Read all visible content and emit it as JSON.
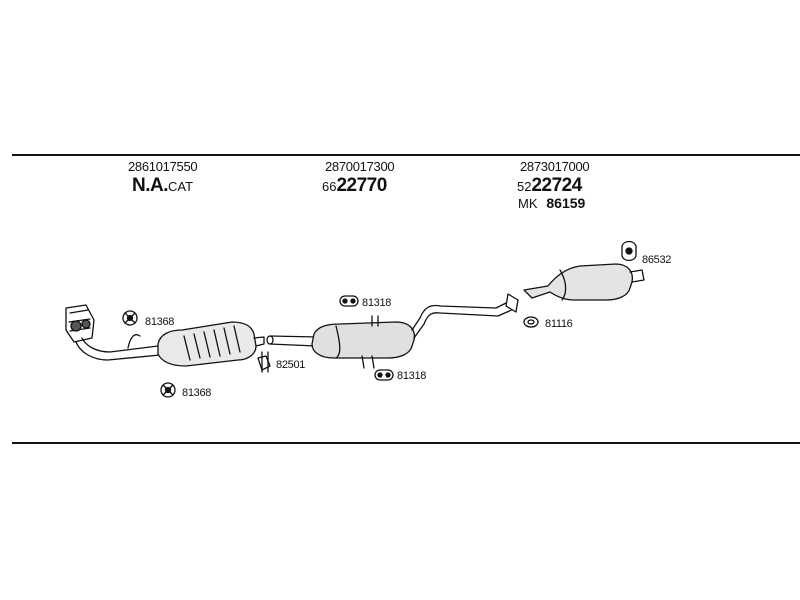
{
  "header_columns": [
    {
      "oem": "2861017550",
      "name_bold": "N.A.",
      "name_suffix": "CAT"
    },
    {
      "oem": "2870017300",
      "prefix": "66",
      "code": "22770"
    },
    {
      "oem": "2873017000",
      "prefix": "52",
      "code": "22724",
      "kit_prefix": "MK",
      "kit_code": "86159"
    }
  ],
  "part_labels": {
    "clamp_top": "81368",
    "clamp_bottom": "81368",
    "hanger_82501": "82501",
    "rubber_top": "81318",
    "rubber_bottom": "81318",
    "gasket": "81116",
    "rear_hanger": "86532"
  }
}
